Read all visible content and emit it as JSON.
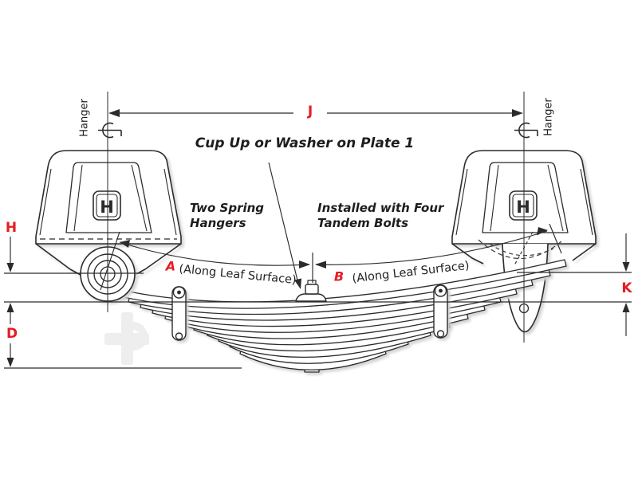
{
  "diagram": {
    "cup_note": "Cup Up or Washer on Plate 1",
    "left_note": {
      "line1": "Two Spring",
      "line2": "Hangers"
    },
    "right_note": {
      "line1": "Installed with Four",
      "line2": "Tandem Bolts"
    },
    "dims": {
      "j": "J",
      "h": "H",
      "d": "D",
      "k": "K",
      "a": "A",
      "b": "B"
    },
    "along_leaf_left": "(Along Leaf Surface)",
    "along_leaf_right": "(Along Leaf Surface)",
    "hanger_label_left": "Hanger",
    "hanger_label_right": "Hanger",
    "hanger_logo": "H",
    "centerline_symbol": "℄",
    "colors": {
      "accent_red": "#e31e24",
      "line": "#2b2b2b",
      "shadow": "#d4d4d4",
      "background": "#ffffff"
    }
  }
}
